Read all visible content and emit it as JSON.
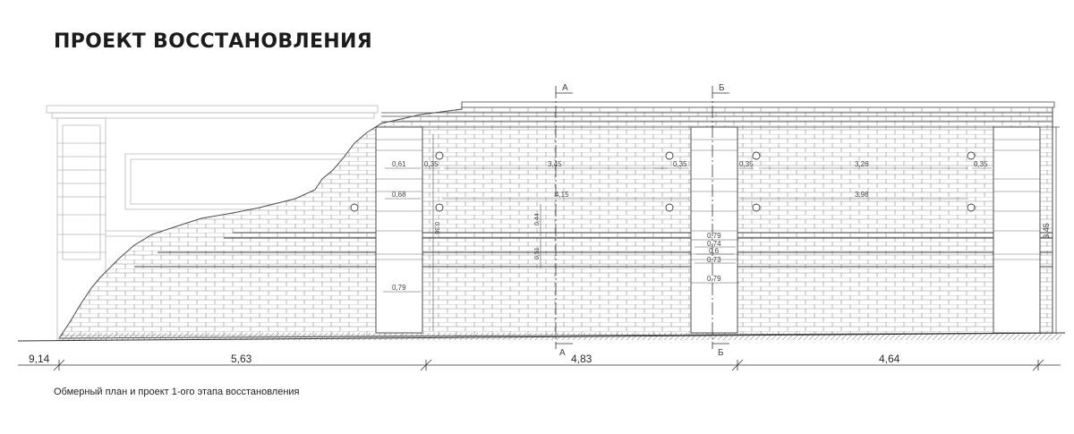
{
  "title": "ПРОЕКТ ВОССТАНОВЛЕНИЯ",
  "caption": "Обмерный план и проект 1-ого этапа восстановления",
  "colors": {
    "line": "#4a4a4a",
    "faint": "#b8b8b8",
    "ink": "#1c1c1c"
  },
  "sections": {
    "a": "А",
    "b": "Б"
  },
  "overall": {
    "left": "9,14",
    "seg1": "5,63",
    "seg2": "4,83",
    "seg3": "4,64",
    "height": "3,45"
  },
  "dims": {
    "d061": "0,61",
    "d035a": "0,35",
    "d345": "3,45",
    "d035b": "0,35",
    "d035c": "0,35",
    "d326": "3,26",
    "d035d": "0,35",
    "d068": "0,68",
    "d415": "4,15",
    "d398": "3,98",
    "d079a": "0,79",
    "d036": "0,36",
    "d044": "0,44",
    "d051": "0,51",
    "d079b": "0,79",
    "d074": "0,74",
    "d06": "0,6",
    "d073": "0,73",
    "d079c": "0,79"
  }
}
